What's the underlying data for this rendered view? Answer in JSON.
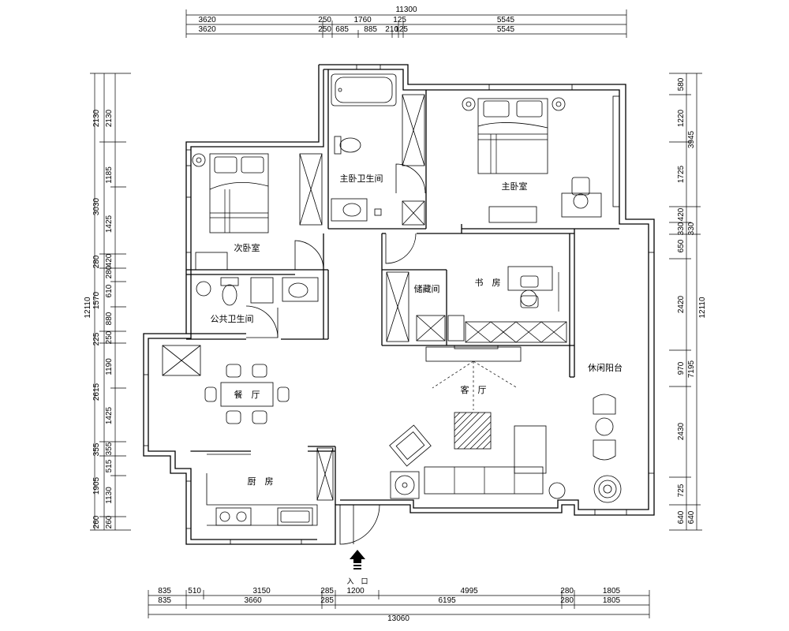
{
  "top_dimensions": {
    "total": "11300",
    "row1": [
      "3620",
      "250",
      "1760",
      "125",
      "5545"
    ],
    "row2": [
      "3620",
      "250",
      "685",
      "885",
      "210",
      "125",
      "5545"
    ]
  },
  "bottom_dimensions": {
    "row1": [
      "835",
      "510",
      "3150",
      "285",
      "1200",
      "4995",
      "280",
      "1805"
    ],
    "row2": [
      "835",
      "3660",
      "285",
      "6195",
      "280",
      "1805"
    ],
    "total": "13060"
  },
  "left_dimensions": {
    "total": "12110",
    "outer": [
      "2130",
      "3030",
      "280",
      "1570",
      "225",
      "2615",
      "355",
      "1905",
      "260"
    ],
    "inner": [
      "2130",
      "1185",
      "1425",
      "420",
      "280",
      "610",
      "880",
      "250",
      "1190",
      "1425",
      "355",
      "515",
      "1130",
      "260"
    ]
  },
  "right_dimensions": {
    "total": "12110",
    "outer": [
      "3945",
      "330",
      "7195",
      "640"
    ],
    "inner": [
      "580",
      "1220",
      "1725",
      "420",
      "330",
      "650",
      "2420",
      "970",
      "2430",
      "725",
      "640"
    ]
  },
  "rooms": {
    "master_bathroom": "主卧卫生间",
    "master_bedroom": "主卧室",
    "second_bedroom": "次卧室",
    "public_bathroom": "公共卫生间",
    "storage": "储藏间",
    "study": "书　房",
    "living_room": "客　厅",
    "dining_room": "餐　厅",
    "kitchen": "厨　房",
    "leisure_balcony": "休闲阳台"
  },
  "entrance": {
    "label": "入　口"
  }
}
